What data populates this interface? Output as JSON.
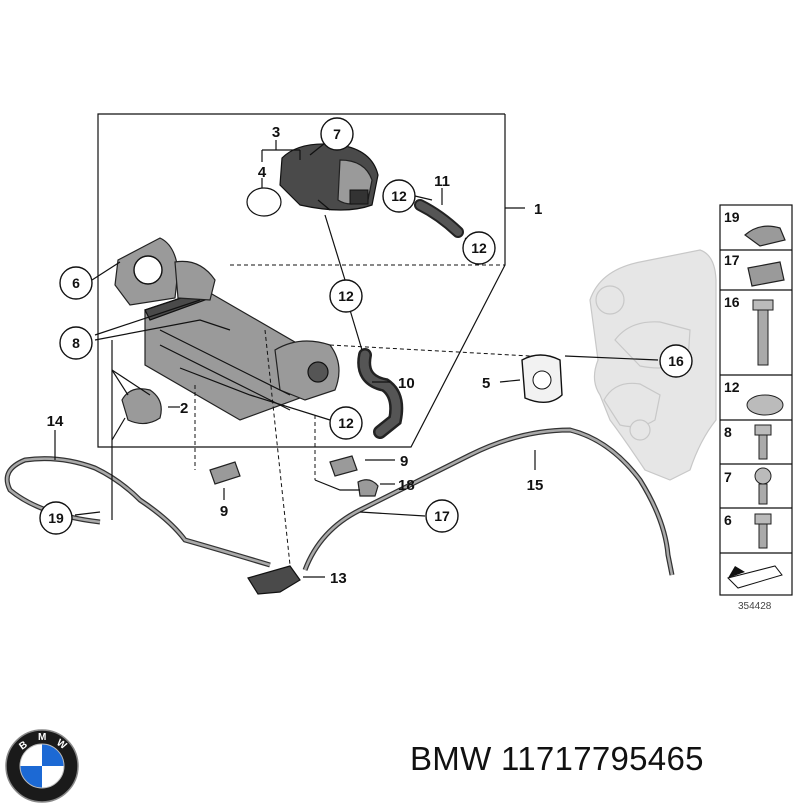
{
  "callouts": {
    "c1": "1",
    "c2": "2",
    "c3": "3",
    "c4": "4",
    "c5": "5",
    "c6": "6",
    "c7": "7",
    "c8": "8",
    "c9a": "9",
    "c9b": "9",
    "c10": "10",
    "c11": "11",
    "c12a": "12",
    "c12b": "12",
    "c12c": "12",
    "c12d": "12",
    "c13": "13",
    "c14": "14",
    "c15": "15",
    "c16": "16",
    "c17": "17",
    "c18": "18",
    "c19": "19"
  },
  "legend": {
    "items": [
      "19",
      "17",
      "16",
      "12",
      "8",
      "7",
      "6"
    ],
    "sheet_number": "354428"
  },
  "caption": {
    "brand": "BMW",
    "part_number": "11717795465"
  },
  "logo": {
    "letters": [
      "B",
      "M",
      "W"
    ],
    "colors": {
      "blue": "#1c69d4",
      "ring": "#1a1a1a",
      "white": "#ffffff"
    }
  }
}
